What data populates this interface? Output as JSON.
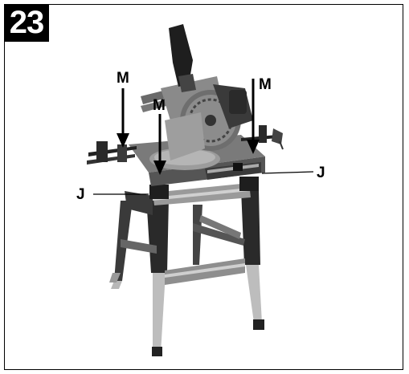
{
  "figure": {
    "number": "23"
  },
  "callouts": {
    "m_left": "M",
    "m_center": "M",
    "m_right": "M",
    "j_left": "J",
    "j_right": "J"
  },
  "colors": {
    "ink": "#000000",
    "background": "#ffffff",
    "metal_light": "#c8c8c8",
    "metal_mid": "#8a8a8a",
    "body_dark": "#2a2a2a",
    "body_mid": "#555555"
  }
}
